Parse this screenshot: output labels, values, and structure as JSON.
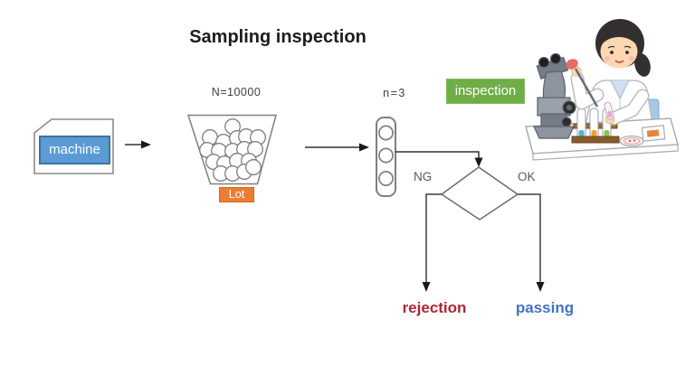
{
  "title": "Sampling inspection",
  "flow": {
    "machine": {
      "label": "machine"
    },
    "lot": {
      "count_label": "N=10000",
      "label": "Lot",
      "ball_count": 19
    },
    "sample": {
      "count_label": "n=3",
      "slot_count": 3
    },
    "inspection": {
      "label": "inspection"
    },
    "decision": {
      "ng_label": "NG",
      "ok_label": "OK"
    },
    "outcomes": {
      "rejection_label": "rejection",
      "passing_label": "passing"
    }
  },
  "icons": {
    "illustration": "scientist-inspecting-samples-with-microscope"
  },
  "colors": {
    "machine_fill": "#5b9bd5",
    "machine_border": "#41719c",
    "lot_fill": "#ed7d31",
    "inspection_fill": "#6fad47",
    "rejection_text": "#b12433",
    "passing_text": "#4472c4",
    "outline_gray": "#7f7f7f",
    "line_dark": "#303030"
  }
}
